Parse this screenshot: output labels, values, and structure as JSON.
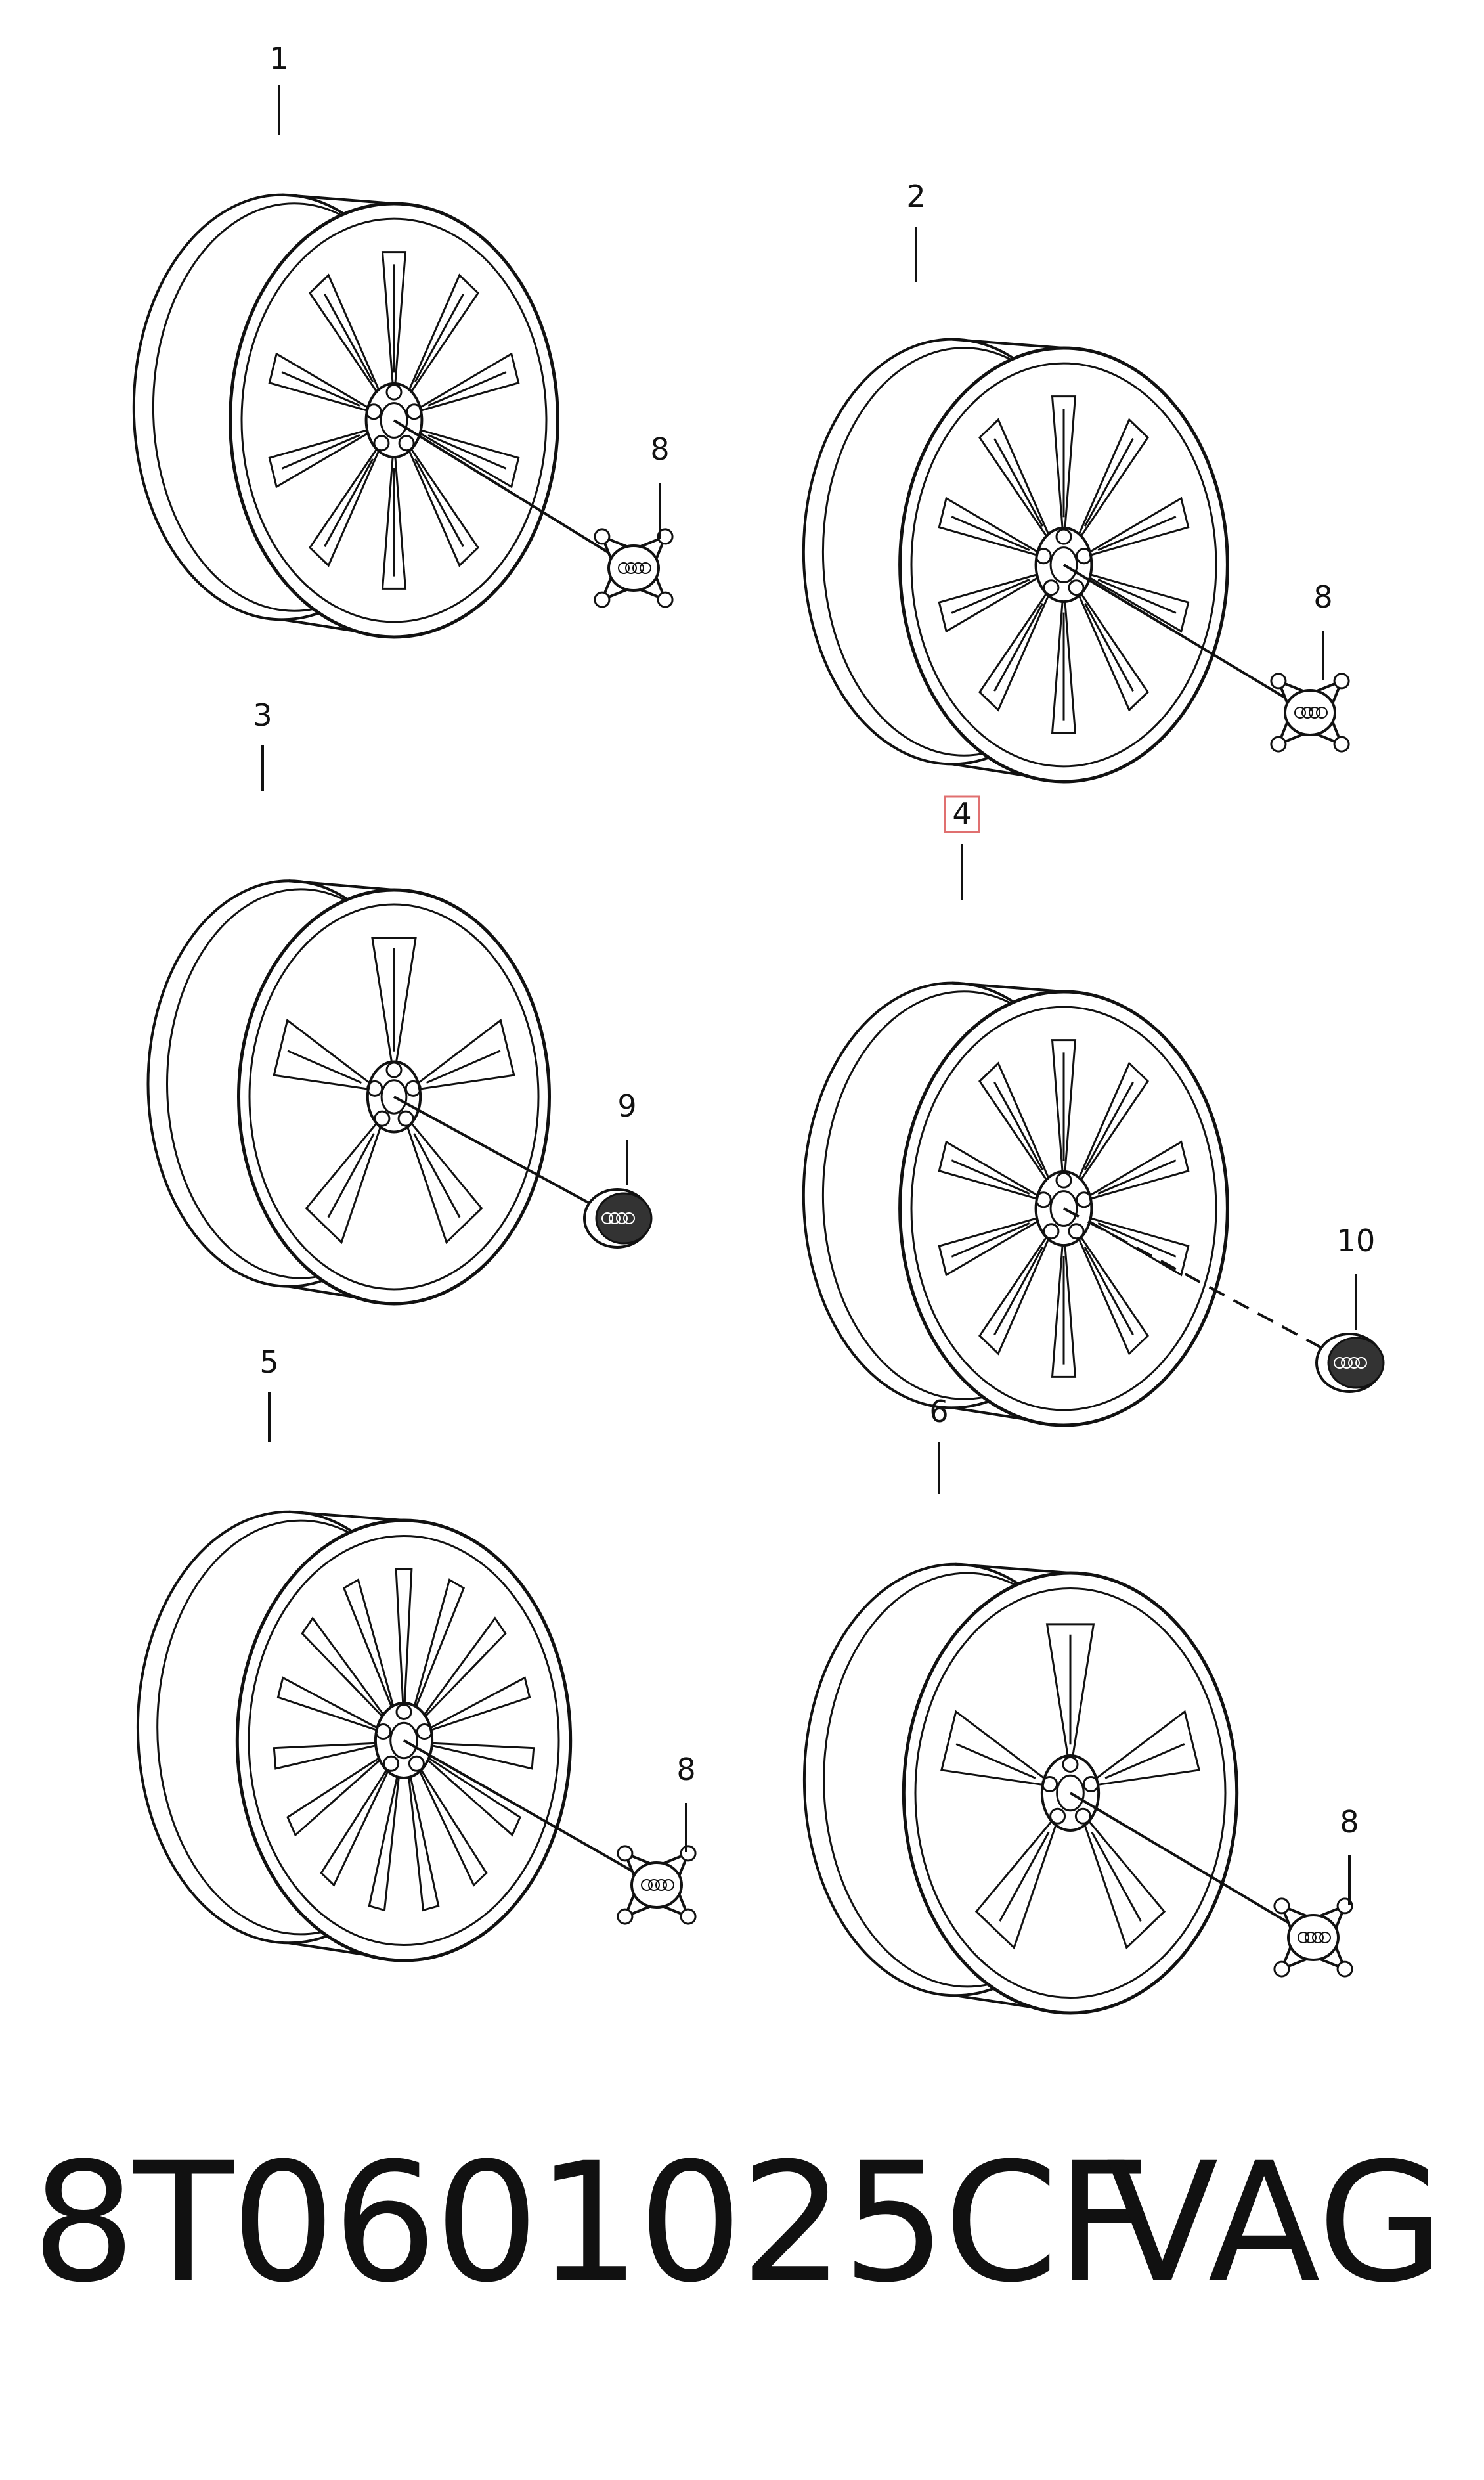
{
  "wheels": [
    {
      "id": "wheel-1",
      "label": "1",
      "cap_label": "8",
      "spokes": 10,
      "cap": "spider"
    },
    {
      "id": "wheel-2",
      "label": "2",
      "cap_label": "8",
      "spokes": 10,
      "cap": "spider"
    },
    {
      "id": "wheel-3",
      "label": "3",
      "cap_label": "9",
      "spokes": 5,
      "cap": "round"
    },
    {
      "id": "wheel-4",
      "label": "4",
      "cap_label": "10",
      "spokes": 10,
      "cap": "round",
      "highlighted": true
    },
    {
      "id": "wheel-5",
      "label": "5",
      "cap_label": "8",
      "spokes": 15,
      "cap": "spider"
    },
    {
      "id": "wheel-6",
      "label": "6",
      "cap_label": "8",
      "spokes": 5,
      "cap": "spider"
    }
  ],
  "footer": {
    "part_number": "8T0601025CF",
    "brand": "VAG"
  },
  "colors": {
    "line": "#111111",
    "highlight_box": "#e07070",
    "background": "#ffffff"
  }
}
